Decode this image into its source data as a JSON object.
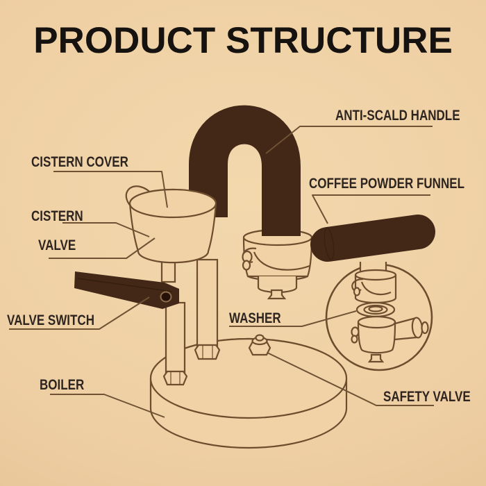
{
  "title": "PRODUCT STRUCTURE",
  "labels": {
    "anti_scald_handle": "ANTI-SCALD HANDLE",
    "cistern_cover": "CISTERN COVER",
    "coffee_powder_funnel": "COFFEE POWDER FUNNEL",
    "cistern": "CISTERN",
    "valve": "VALVE",
    "valve_switch": "VALVE SWITCH",
    "washer": "WASHER",
    "boiler": "BOILER",
    "safety_valve": "SAFETY VALVE"
  },
  "colors": {
    "background": "#eecfa3",
    "background_center": "#f3d8ad",
    "background_edge": "#e2bf92",
    "part_fill": "#f0d2a6",
    "dark_part": "#432817",
    "dark_edge": "#2d1a0c",
    "outline": "#6d4d2e",
    "leader_line": "#6f5234",
    "label_text": "#2e2520",
    "title_text": "#16120f"
  }
}
